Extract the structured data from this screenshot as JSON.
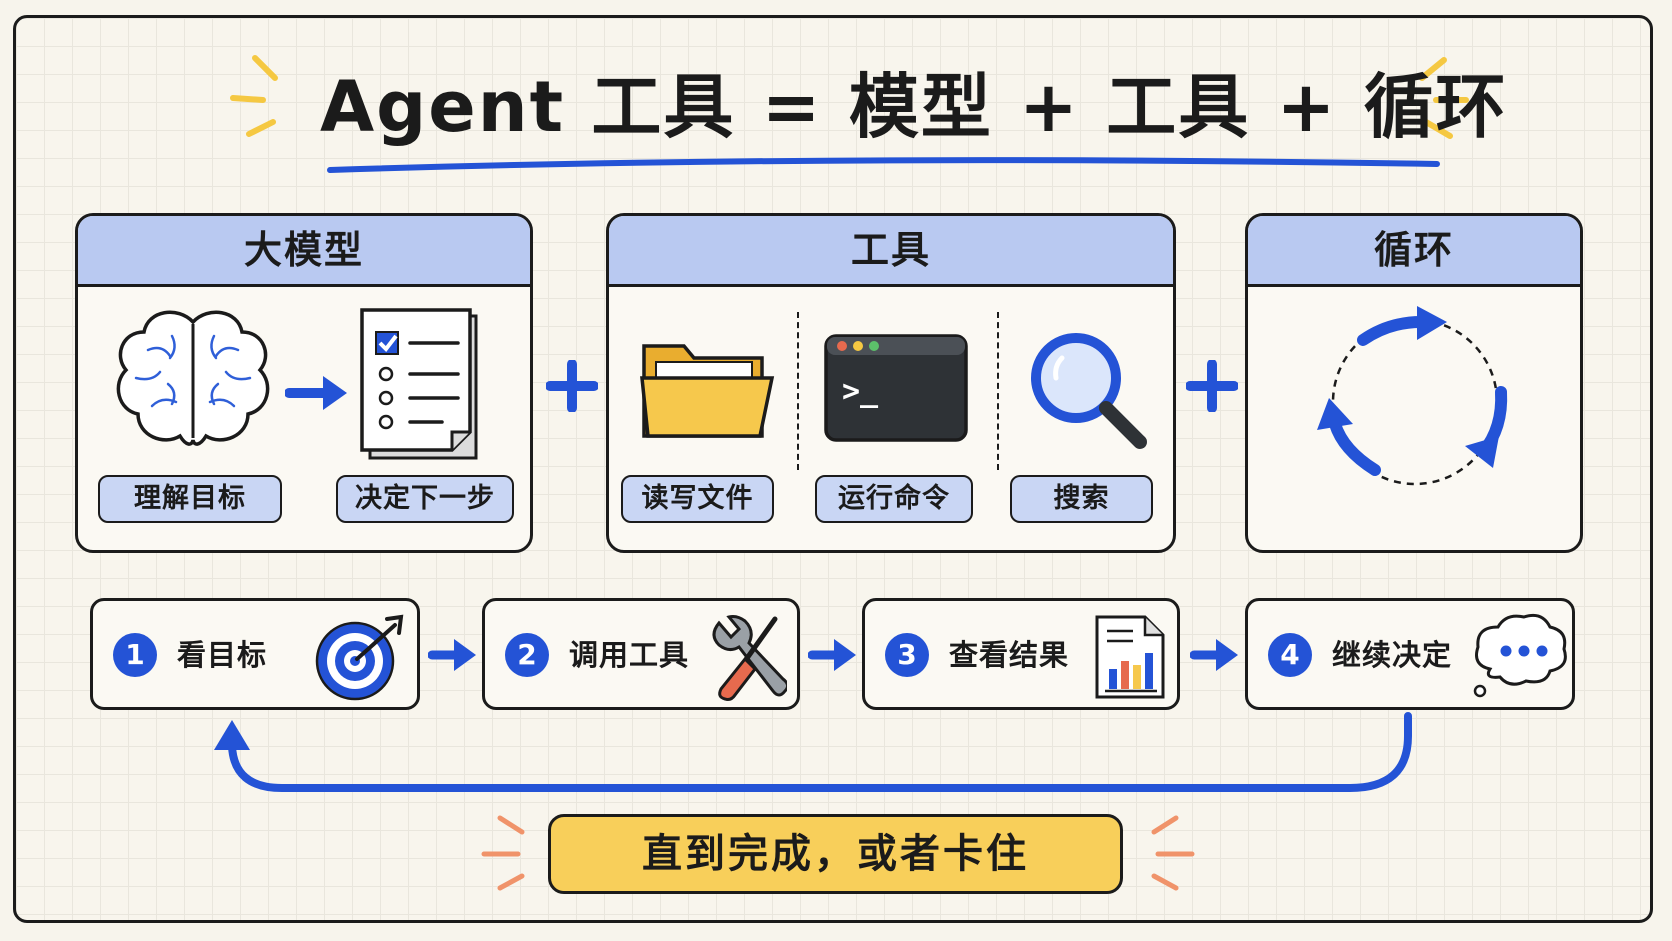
{
  "title": "Agent 工具 = 模型 + 工具 + 循环",
  "panels": {
    "model": {
      "header": "大模型",
      "items": [
        "理解目标",
        "决定下一步"
      ]
    },
    "tools": {
      "header": "工具",
      "items": [
        "读写文件",
        "运行命令",
        "搜索"
      ]
    },
    "loop": {
      "header": "循环"
    }
  },
  "operators": {
    "plus": "+"
  },
  "terminal_prompt": ">_",
  "steps": [
    {
      "number": "1",
      "label": "看目标",
      "icon": "target-icon"
    },
    {
      "number": "2",
      "label": "调用工具",
      "icon": "wrench-screwdriver-icon"
    },
    {
      "number": "3",
      "label": "查看结果",
      "icon": "report-chart-icon"
    },
    {
      "number": "4",
      "label": "继续决定",
      "icon": "thought-bubble-icon"
    }
  ],
  "banner": "直到完成，或者卡住",
  "colors": {
    "accent_blue": "#2453d6",
    "header_blue": "#b9c9f1",
    "pill_blue": "#c9d6f4",
    "banner_yellow": "#f8cf5a",
    "folder_yellow": "#f6c84c",
    "sun_yellow": "#f5c842",
    "spark_orange": "#f0936a"
  }
}
